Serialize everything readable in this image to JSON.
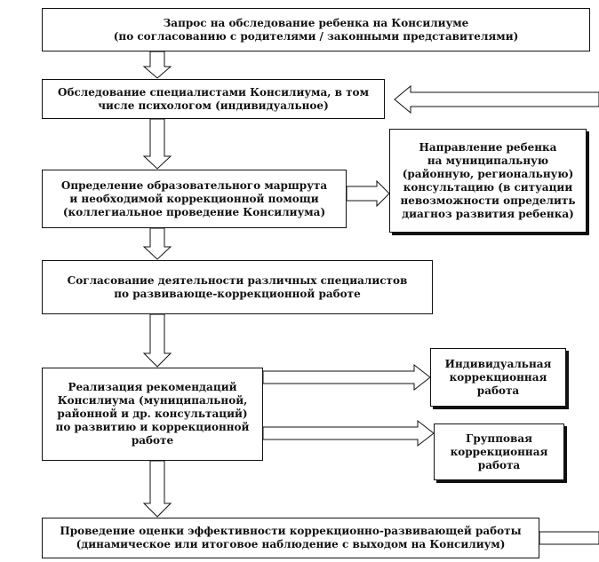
{
  "boxes": {
    "request": {
      "lines": [
        "Запрос на обследование ребенка на Консилиуме",
        "(по согласованию с родителями / законными представителями)"
      ]
    },
    "examination": {
      "lines": [
        "Обследование специалистами Консилиума, в том",
        "числе психологом (индивидуальное)"
      ]
    },
    "referral": {
      "lines": [
        "Направление ребенка",
        "на муниципальную",
        "(районную, региональную)",
        "консультацию (в ситуации",
        "невозможности определить",
        "диагноз развития ребенка)"
      ]
    },
    "route": {
      "lines": [
        "Определение образовательного маршрута",
        "и необходимой коррекционной помощи",
        "(коллегиальное проведение Консилиума)"
      ]
    },
    "coordination": {
      "lines": [
        "Согласование деятельности различных специалистов",
        "по развивающе-коррекционной работе"
      ]
    },
    "implementation": {
      "lines": [
        "Реализация рекомендаций",
        "Консилиума (муниципальной,",
        "районной и др. консультаций)",
        "по развитию и коррекционной",
        "работе"
      ]
    },
    "individual": {
      "lines": [
        "Индивидуальная",
        "коррекционная",
        "работа"
      ]
    },
    "group": {
      "lines": [
        "Групповая",
        "коррекционная",
        "работа"
      ]
    },
    "evaluation": {
      "lines": [
        "Проведение оценки эффективности коррекционно-развивающей работы",
        "(динамическое или итоговое наблюдение с выходом на Консилиум)"
      ]
    }
  }
}
